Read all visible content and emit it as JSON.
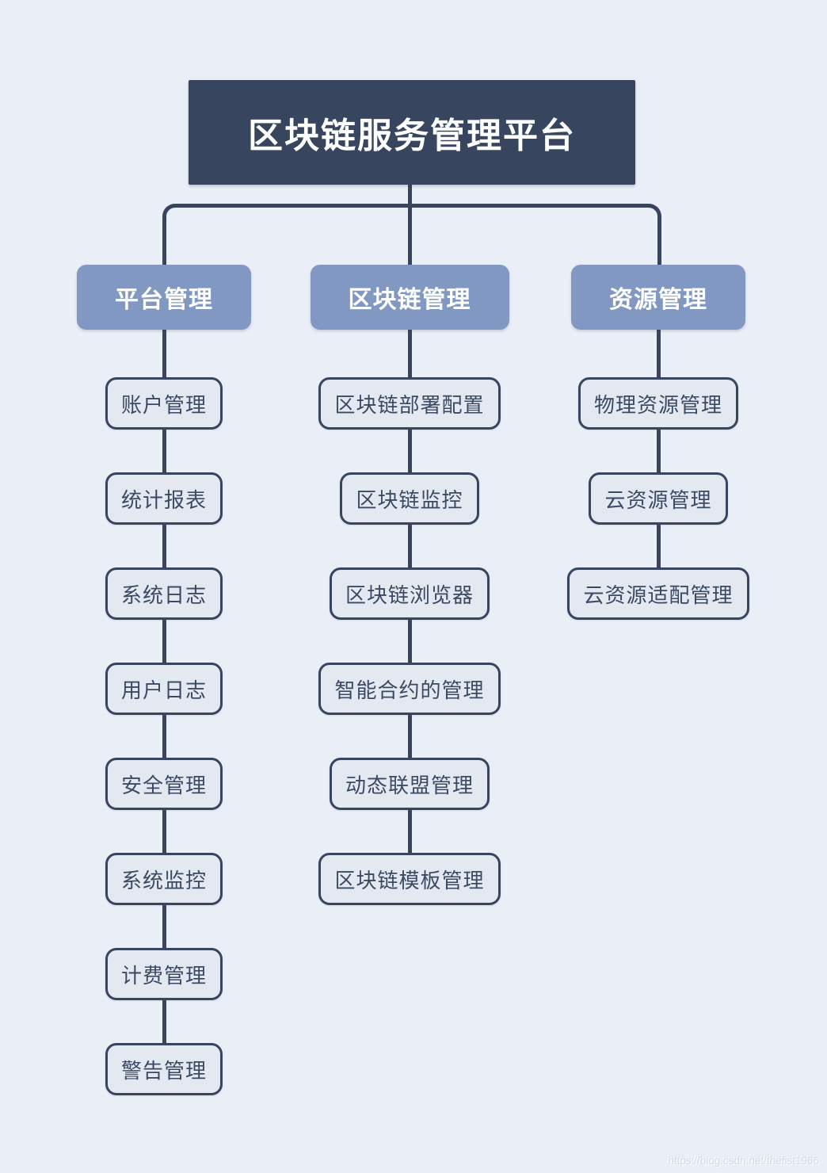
{
  "page": {
    "background": "#e9eef7"
  },
  "root": {
    "title": "区块链服务管理平台"
  },
  "branches": [
    {
      "label": "平台管理",
      "children": [
        "账户管理",
        "统计报表",
        "系统日志",
        "用户日志",
        "安全管理",
        "系统监控",
        "计费管理",
        "警告管理"
      ]
    },
    {
      "label": "区块链管理",
      "children": [
        "区块链部署配置",
        "区块链监控",
        "区块链浏览器",
        "智能合约的管理",
        "动态联盟管理",
        "区块链模板管理"
      ]
    },
    {
      "label": "资源管理",
      "children": [
        "物理资源管理",
        "云资源管理",
        "云资源适配管理"
      ]
    }
  ],
  "watermark": {
    "text": "https://blog.csdn.net/thefist1966"
  },
  "colors": {
    "background": "#e9eef7",
    "navy": "#37455f",
    "branch_blue": "#8098c2",
    "leaf_fill": "#e3e8f1",
    "root_text": "#ffffff"
  }
}
